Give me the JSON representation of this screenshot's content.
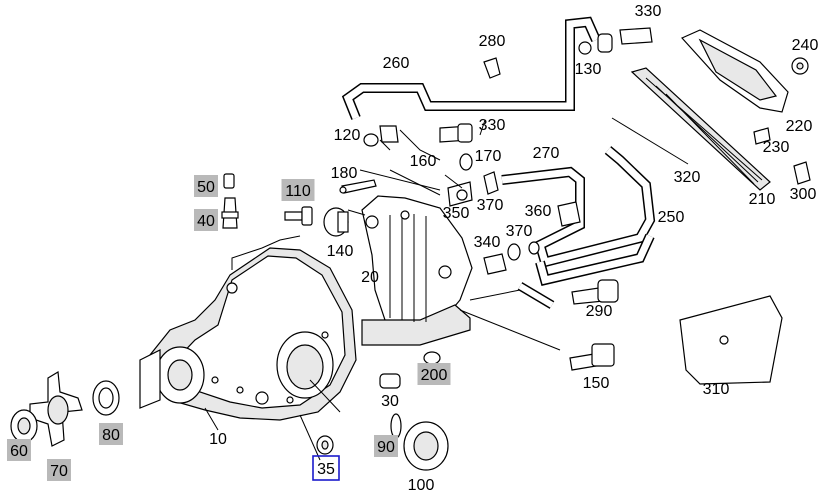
{
  "diagram": {
    "selected_part": "35",
    "callouts": [
      {
        "id": "c10",
        "label": "10",
        "highlight": false
      },
      {
        "id": "c20",
        "label": "20",
        "highlight": false
      },
      {
        "id": "c30",
        "label": "30",
        "highlight": false
      },
      {
        "id": "c35",
        "label": "35",
        "highlight": false,
        "selected": true
      },
      {
        "id": "c40",
        "label": "40",
        "highlight": true
      },
      {
        "id": "c50",
        "label": "50",
        "highlight": true
      },
      {
        "id": "c60",
        "label": "60",
        "highlight": true
      },
      {
        "id": "c70",
        "label": "70",
        "highlight": true
      },
      {
        "id": "c80",
        "label": "80",
        "highlight": true
      },
      {
        "id": "c90",
        "label": "90",
        "highlight": true
      },
      {
        "id": "c100",
        "label": "100",
        "highlight": false
      },
      {
        "id": "c110",
        "label": "110",
        "highlight": true
      },
      {
        "id": "c120",
        "label": "120",
        "highlight": false
      },
      {
        "id": "c130",
        "label": "130",
        "highlight": false
      },
      {
        "id": "c140",
        "label": "140",
        "highlight": false
      },
      {
        "id": "c150",
        "label": "150",
        "highlight": false
      },
      {
        "id": "c160",
        "label": "160",
        "highlight": false
      },
      {
        "id": "c170",
        "label": "170",
        "highlight": false
      },
      {
        "id": "c180",
        "label": "180",
        "highlight": false
      },
      {
        "id": "c200",
        "label": "200",
        "highlight": true
      },
      {
        "id": "c210",
        "label": "210",
        "highlight": false
      },
      {
        "id": "c220",
        "label": "220",
        "highlight": false
      },
      {
        "id": "c230",
        "label": "230",
        "highlight": false
      },
      {
        "id": "c240",
        "label": "240",
        "highlight": false
      },
      {
        "id": "c250",
        "label": "250",
        "highlight": false
      },
      {
        "id": "c260",
        "label": "260",
        "highlight": false
      },
      {
        "id": "c270",
        "label": "270",
        "highlight": false
      },
      {
        "id": "c280",
        "label": "280",
        "highlight": false
      },
      {
        "id": "c290",
        "label": "290",
        "highlight": false
      },
      {
        "id": "c300",
        "label": "300",
        "highlight": false
      },
      {
        "id": "c310",
        "label": "310",
        "highlight": false
      },
      {
        "id": "c320",
        "label": "320",
        "highlight": false
      },
      {
        "id": "c330a",
        "label": "330",
        "highlight": false
      },
      {
        "id": "c330b",
        "label": "330",
        "highlight": false
      },
      {
        "id": "c340",
        "label": "340",
        "highlight": false
      },
      {
        "id": "c350",
        "label": "350",
        "highlight": false
      },
      {
        "id": "c360",
        "label": "360",
        "highlight": false
      },
      {
        "id": "c370a",
        "label": "370",
        "highlight": false
      },
      {
        "id": "c370b",
        "label": "370",
        "highlight": false
      }
    ],
    "colors": {
      "highlight_fill": "#b9b9b9",
      "selection_border": "#1b1bcc",
      "line": "#000000"
    }
  }
}
